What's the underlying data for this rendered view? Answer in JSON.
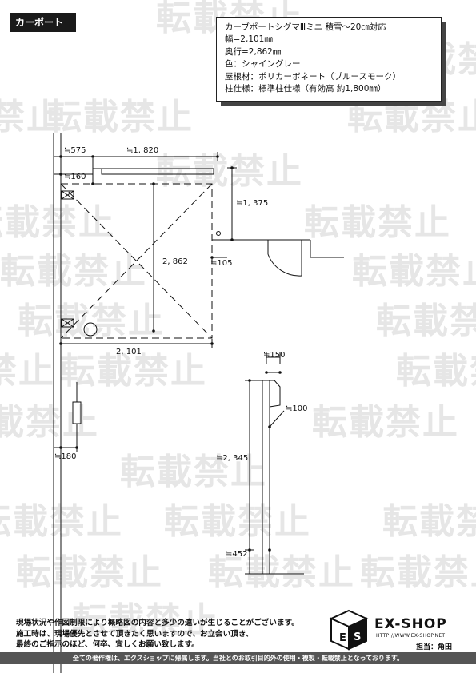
{
  "header": {
    "section_label": "カーポート"
  },
  "spec": {
    "lines": [
      "カーブポートシグマⅢミニ 積雪～20㎝対応",
      "幅=2,101㎜",
      "奥行=2,862㎜",
      "色：シャイングレー",
      "屋根材：ポリカーボネート（ブルースモーク）",
      "柱仕様：標準柱仕様（有効高 約1,800㎜）"
    ]
  },
  "watermark": {
    "text": "転載禁止"
  },
  "dimensions": {
    "d575": "≒575",
    "d1820": "≒1, 820",
    "d160": "≒160",
    "d1375": "≒1, 375",
    "d2862": "2, 862",
    "d105": "≒105",
    "d2101": "2, 101",
    "d180": "≒180",
    "d150": "≒150",
    "d100": "≒100",
    "d2345": "≒2, 345",
    "d452": "≒452"
  },
  "notes": {
    "line1": "現場状況や作図制限により概略図の内容と多少の違いが生じることがございます。",
    "line2": "施工時は、現場優先とさせて頂きたく思いますので、お立会い頂き、",
    "line3": "最終のご指示のほど、何卒、宜しくお願い致します。"
  },
  "brand": {
    "name": "EX-SHOP",
    "url": "HTTP://WWW.EX-SHOP.NET",
    "person": "担当：角田"
  },
  "footer": {
    "text": "全ての著作権は、エクスショップに帰属します。当社とのお取引目的外の使用・複製・転載禁止となっております。"
  }
}
